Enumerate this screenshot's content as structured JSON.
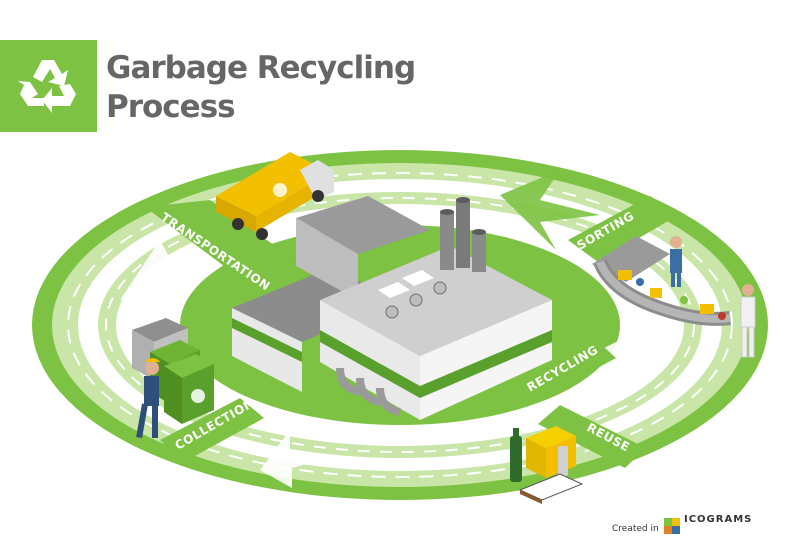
{
  "header": {
    "title_line1": "Garbage Recycling",
    "title_line2": "Process"
  },
  "stages": {
    "transportation": "TRANSPORTATION",
    "sorting": "SORTING",
    "recycling": "RECYCLING",
    "reuse": "REUSE",
    "collection": "COLLECTION"
  },
  "footer": {
    "created_in": "Created in",
    "brand": "ICOGRAMS"
  },
  "colors": {
    "brand_green": "#7dc242",
    "light_green": "#c9e6a8",
    "pale_green": "#e4f2d4",
    "title_gray": "#666666",
    "truck_yellow": "#f2c000"
  },
  "icons": [
    "recycle-icon",
    "garbage-truck-icon",
    "factory-icon",
    "conveyor-belt-icon",
    "worker-icon",
    "recycling-bin-icon",
    "bottles-box-icon",
    "book-icon",
    "icograms-logo-icon"
  ]
}
